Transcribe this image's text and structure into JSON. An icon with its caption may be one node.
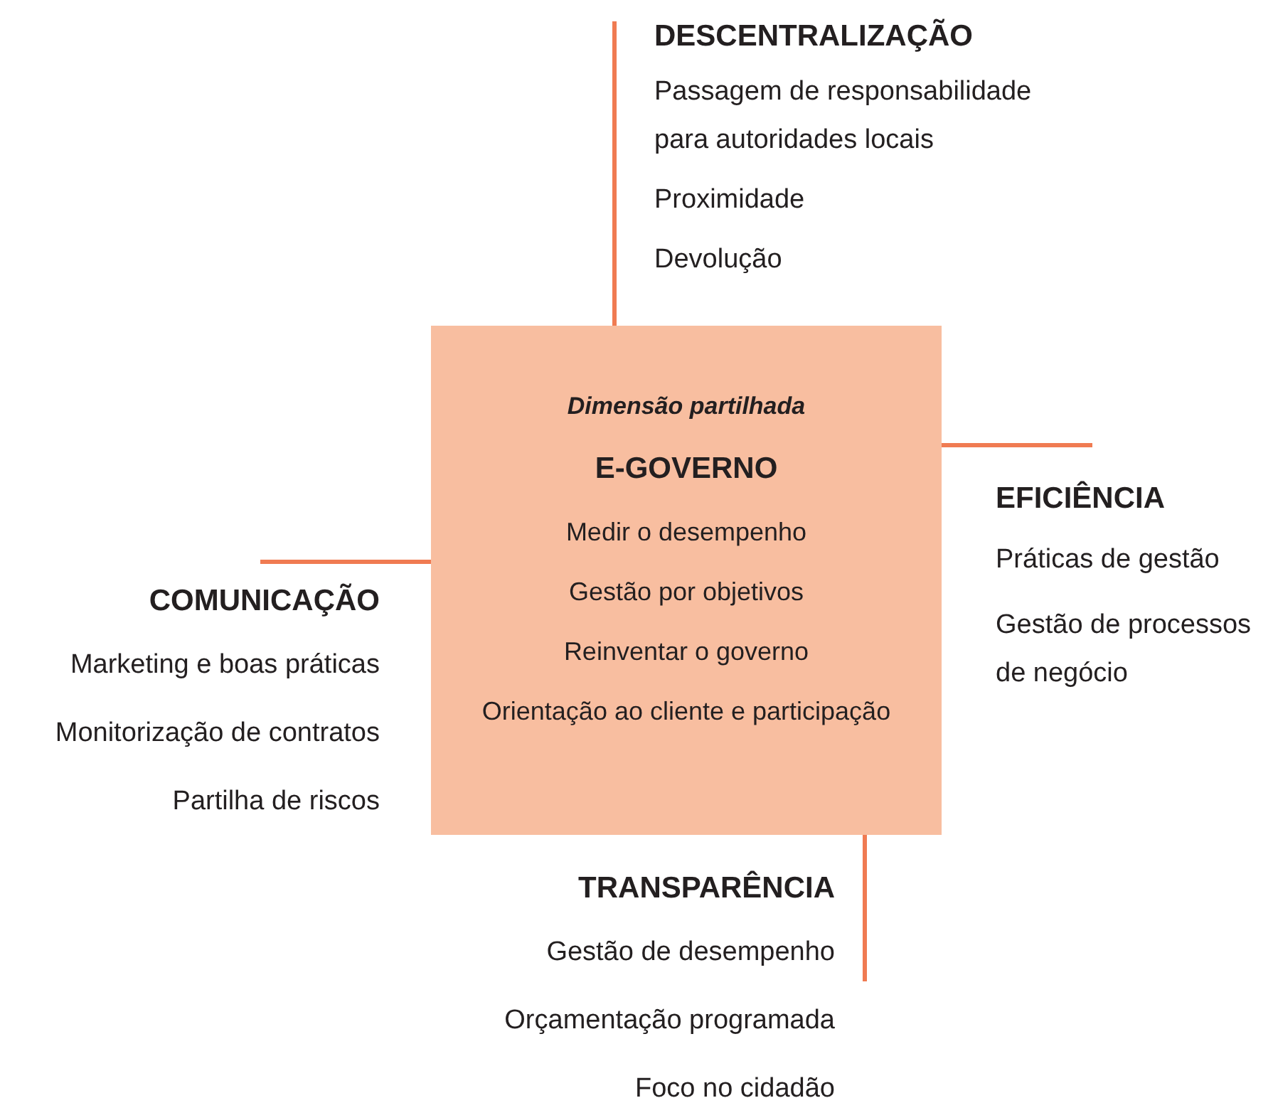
{
  "diagram": {
    "nodes": [
      {
        "text": [
          "DESCENTRALIZAÇÃO",
          "Passagem de responsabilidade para autoridades locais",
          "Proximidade",
          "Devolução"
        ]
      },
      {
        "text": [
          "Dimensão partilhada",
          "E-GOVERNO",
          "Medir o desempenho",
          "Gestão por objetivos",
          "Reinventar o governo",
          "Orientação ao cliente e participação"
        ]
      },
      {
        "text": [
          "EFICIÊNCIA",
          "Práticas de gestão",
          "Gestão de processos de negócio"
        ]
      },
      {
        "text": [
          "COMUNICAÇÃO",
          "Marketing e boas práticas",
          "Monitorização de contratos",
          "Partilha de riscos"
        ]
      },
      {
        "text": [
          "TRANSPARÊNCIA",
          "Gestão de desempenho",
          "Orçamentação programada",
          "Foco no cidadão"
        ]
      }
    ],
    "edges": [
      {
        "from": 0,
        "to": 1,
        "arrow": "none"
      },
      {
        "from": 2,
        "to": 1,
        "arrow": "none"
      },
      {
        "from": 3,
        "to": 1,
        "arrow": "none"
      },
      {
        "from": 4,
        "to": 1,
        "arrow": "none"
      }
    ]
  }
}
